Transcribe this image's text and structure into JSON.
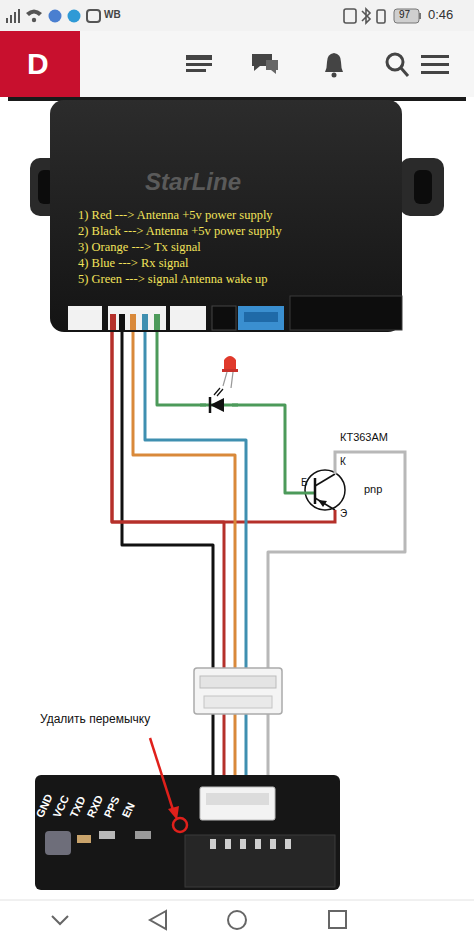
{
  "diagram": {
    "nodes": [
      {
        "text": [
          "StarLine",
          "1) Red ---> Antenna +5v power supply",
          "2) Black ---> Antenna +5v power supply",
          "3) Orange ---> Tx signal",
          "4) Blue ---> Rx signal",
          "5) Green ---> signal Antenna wake up"
        ]
      },
      {
        "text": [
          "КТ363АМ",
          "К",
          "Б",
          "Э",
          "pnp"
        ]
      },
      {
        "text": [
          "GND",
          "VCC",
          "TXD",
          "RXD",
          "PPS",
          "EN"
        ]
      }
    ],
    "edges": [
      {
        "from": 0,
        "to": 2,
        "arrow": "none"
      },
      {
        "from": 0,
        "to": 1,
        "arrow": "none"
      },
      {
        "from": 0,
        "to": 2,
        "arrow": "none"
      },
      {
        "from": 0,
        "to": 2,
        "arrow": "none"
      },
      {
        "from": 0,
        "to": 2,
        "arrow": "none"
      },
      {
        "from": 0,
        "to": 1,
        "arrow": "none"
      },
      {
        "from": 1,
        "to": 2,
        "arrow": "none"
      }
    ],
    "labels": [
      "WB",
      "97",
      "0:46",
      "D",
      "Удалить перемычку"
    ]
  }
}
